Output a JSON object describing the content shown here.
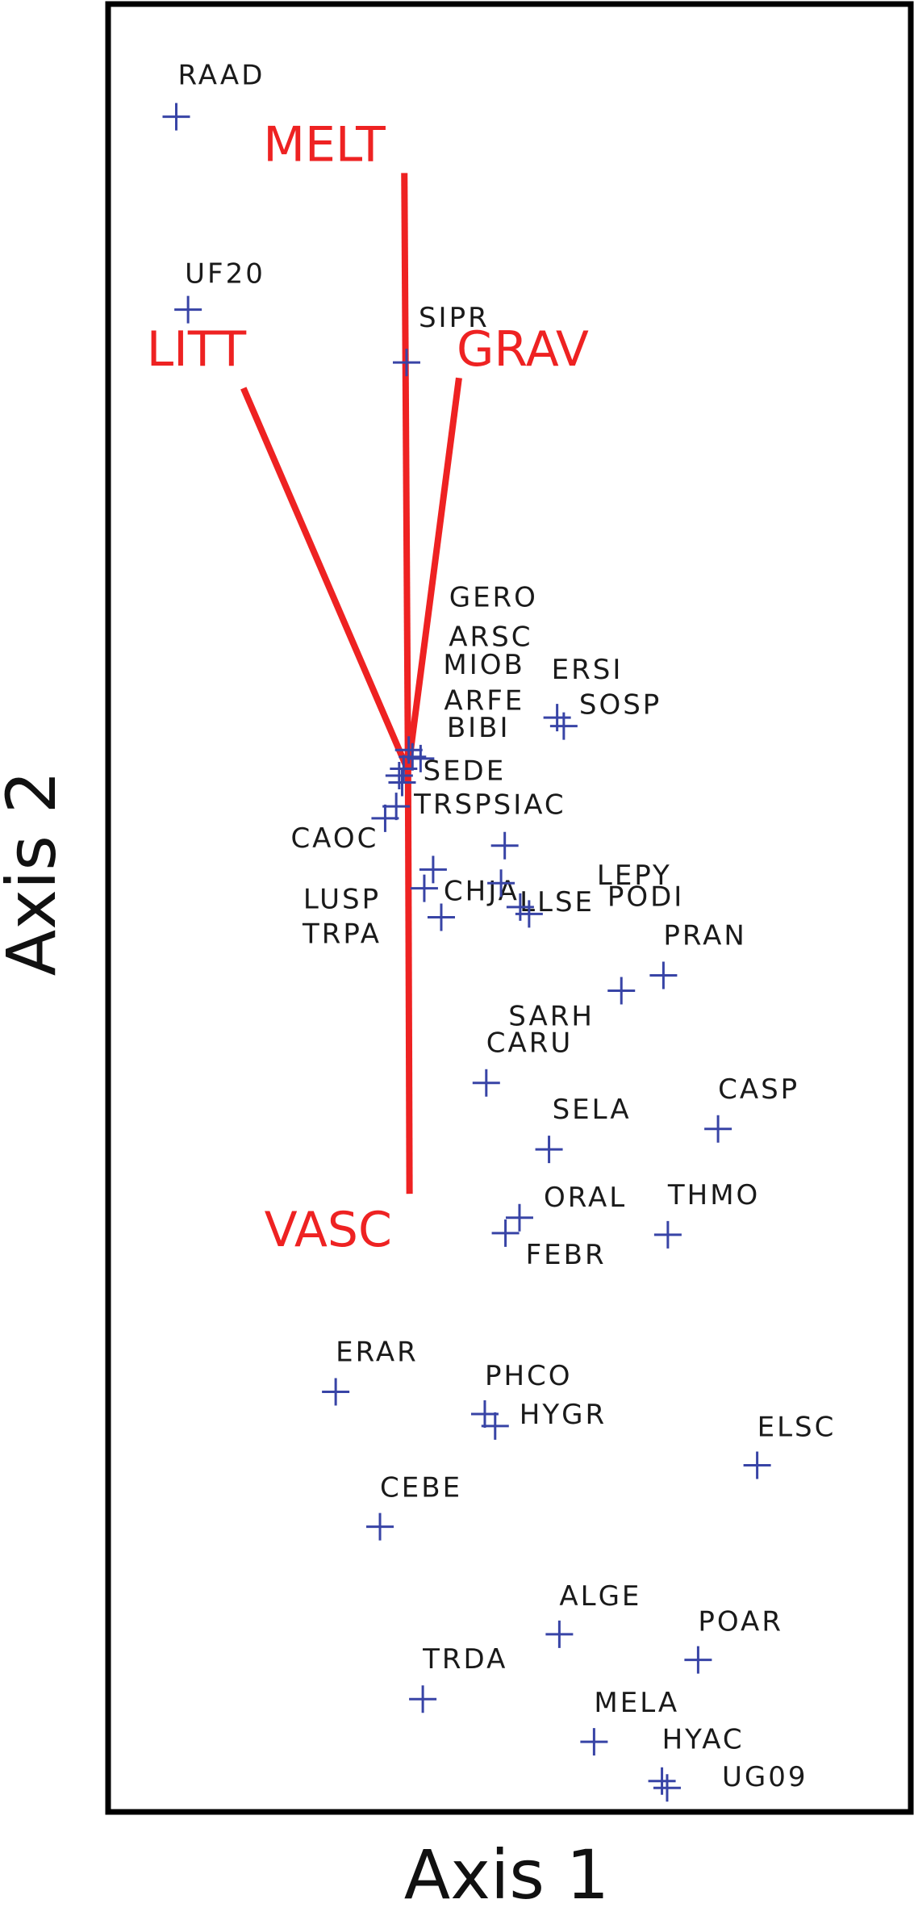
{
  "chart_data": {
    "type": "scatter",
    "xlabel": "Axis 1",
    "ylabel": "Axis 2",
    "xlim": [
      0,
      100
    ],
    "ylim": [
      0,
      100
    ],
    "grid": false,
    "colors": {
      "points": "#3844a6",
      "vectors": "#ee2222",
      "frame": "#000000"
    },
    "vector_origin": [
      36.7,
      60.3
    ],
    "vectors": [
      {
        "name": "MELT",
        "end": [
          36.2,
          95.3
        ]
      },
      {
        "name": "GRAV",
        "end": [
          43.6,
          83.3
        ]
      },
      {
        "name": "LITT",
        "end": [
          14.4,
          82.7
        ]
      },
      {
        "name": "VASC",
        "end": [
          36.9,
          35.5
        ]
      }
    ],
    "species": [
      {
        "name": "RAAD",
        "x": 5.3,
        "y": 98.6
      },
      {
        "name": "UF20",
        "x": 6.9,
        "y": 87.3
      },
      {
        "name": "SIPR",
        "x": 36.5,
        "y": 84.2
      },
      {
        "name": "GERO",
        "x": 36.8,
        "y": 61.5
      },
      {
        "name": "ARSC",
        "x": 37.3,
        "y": 61.1
      },
      {
        "name": "MIOB",
        "x": 38.4,
        "y": 61.0
      },
      {
        "name": "ARFE",
        "x": 36.1,
        "y": 60.4
      },
      {
        "name": "BIBI",
        "x": 35.5,
        "y": 60.0
      },
      {
        "name": "SEDE",
        "x": 35.9,
        "y": 59.6
      },
      {
        "name": "ERSI",
        "x": 56.9,
        "y": 63.4
      },
      {
        "name": "SOSP",
        "x": 57.8,
        "y": 62.9
      },
      {
        "name": "TRSP",
        "x": 35.1,
        "y": 58.2
      },
      {
        "name": "CAOC",
        "x": 33.6,
        "y": 57.5
      },
      {
        "name": "SIAC",
        "x": 49.8,
        "y": 55.9
      },
      {
        "name": "CHJA",
        "x": 40.1,
        "y": 54.5
      },
      {
        "name": "LLSE",
        "x": 49.3,
        "y": 53.7
      },
      {
        "name": "LEPY",
        "x": 51.9,
        "y": 52.3
      },
      {
        "name": "PODI",
        "x": 53.1,
        "y": 51.9
      },
      {
        "name": "LUSP",
        "x": 38.9,
        "y": 53.4
      },
      {
        "name": "TRPA",
        "x": 41.2,
        "y": 51.7
      },
      {
        "name": "PRAN",
        "x": 71.3,
        "y": 48.3
      },
      {
        "name": "SARH",
        "x": 65.6,
        "y": 47.4
      },
      {
        "name": "CARU",
        "x": 47.3,
        "y": 42.0
      },
      {
        "name": "CASP",
        "x": 78.7,
        "y": 39.3
      },
      {
        "name": "SELA",
        "x": 55.8,
        "y": 38.1
      },
      {
        "name": "ORAL",
        "x": 51.8,
        "y": 34.1
      },
      {
        "name": "FEBR",
        "x": 49.9,
        "y": 33.2
      },
      {
        "name": "THMO",
        "x": 71.9,
        "y": 33.1
      },
      {
        "name": "ERAR",
        "x": 26.9,
        "y": 23.9
      },
      {
        "name": "PHCO",
        "x": 47.1,
        "y": 22.6
      },
      {
        "name": "HYGR",
        "x": 48.5,
        "y": 21.9
      },
      {
        "name": "ELSC",
        "x": 84.0,
        "y": 19.6
      },
      {
        "name": "CEBE",
        "x": 32.9,
        "y": 16.0
      },
      {
        "name": "ALGE",
        "x": 57.2,
        "y": 9.7
      },
      {
        "name": "POAR",
        "x": 76.0,
        "y": 8.2
      },
      {
        "name": "TRDA",
        "x": 38.7,
        "y": 5.9
      },
      {
        "name": "MELA",
        "x": 61.9,
        "y": 3.4
      },
      {
        "name": "HYAC",
        "x": 71.1,
        "y": 1.1
      },
      {
        "name": "UG09",
        "x": 71.8,
        "y": 0.7
      }
    ]
  }
}
